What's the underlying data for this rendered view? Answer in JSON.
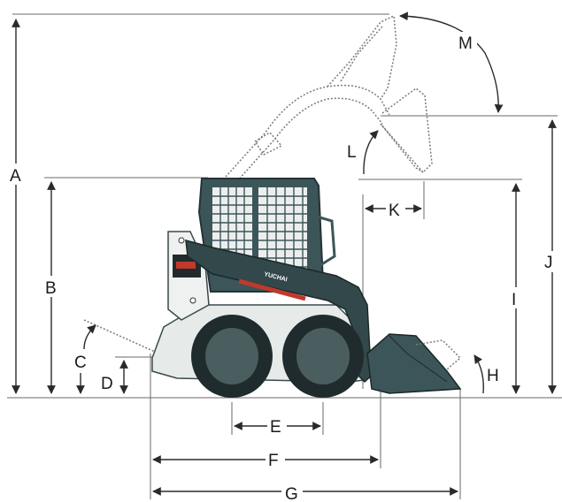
{
  "diagram": {
    "brand": "YUCHAI",
    "dimension_labels": {
      "A": "A",
      "B": "B",
      "C": "C",
      "D": "D",
      "E": "E",
      "F": "F",
      "G": "G",
      "H": "H",
      "I": "I",
      "J": "J",
      "K": "K",
      "L": "L",
      "M": "M"
    },
    "colors": {
      "body": "#3c5558",
      "tire": "#1f2b2c",
      "hub": "#4a5d5f",
      "arm_stripe": "#c0392b",
      "line": "#2a2a2a"
    }
  }
}
